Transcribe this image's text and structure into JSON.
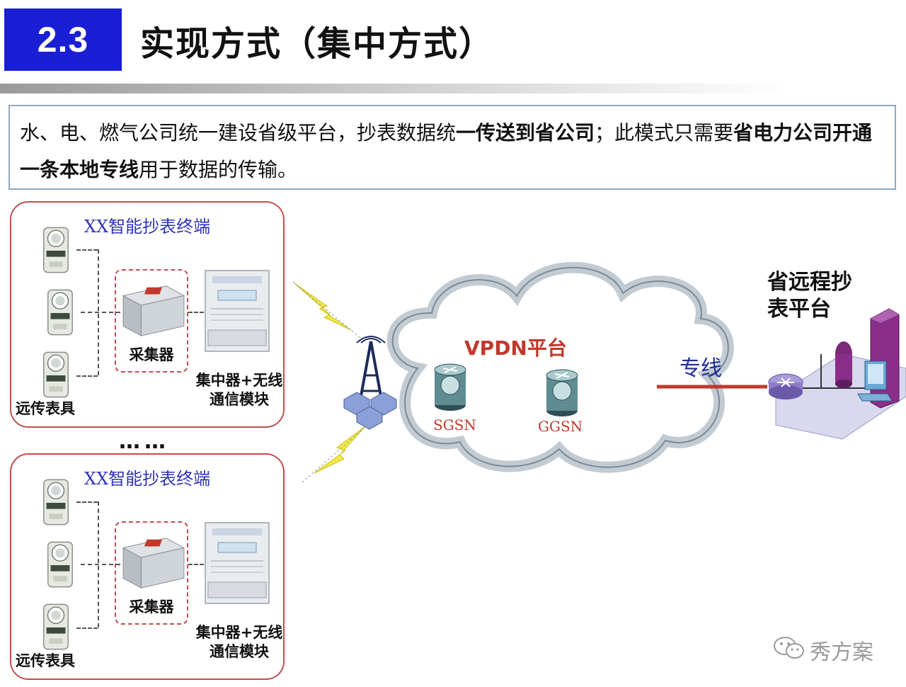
{
  "header": {
    "section_number": "2.3",
    "title": "实现方式（集中方式）"
  },
  "description": {
    "part1": "水、电、燃气公司统一建设省级平台，抄表数据统",
    "bold1": "一传送到省公司",
    "part2": "；此模式只需要",
    "bold2": "省电力公司开通一条本地专线",
    "part3": "用于数据的传输。"
  },
  "terminals": [
    {
      "title": "XX智能抄表终端",
      "collector_label": "采集器",
      "concentrator_label_line1": "集中器+无线",
      "concentrator_label_line2": "通信模块",
      "meters_label": "远传表具"
    },
    {
      "title": "XX智能抄表终端",
      "collector_label": "采集器",
      "concentrator_label_line1": "集中器+无线",
      "concentrator_label_line2": "通信模块",
      "meters_label": "远传表具"
    }
  ],
  "ellipsis": "……",
  "network": {
    "cloud_label": "VPDN平台",
    "router1_label": "SGSN",
    "router2_label": "GGSN",
    "line_label": "专线",
    "platform_label_line1": "省远程抄",
    "platform_label_line2": "表平台"
  },
  "watermark": "秀方案",
  "colors": {
    "badge": "#1a1fd6",
    "accent_red": "#c0392b",
    "panel_border": "#c0504d",
    "line_label": "#1f2a9a"
  }
}
